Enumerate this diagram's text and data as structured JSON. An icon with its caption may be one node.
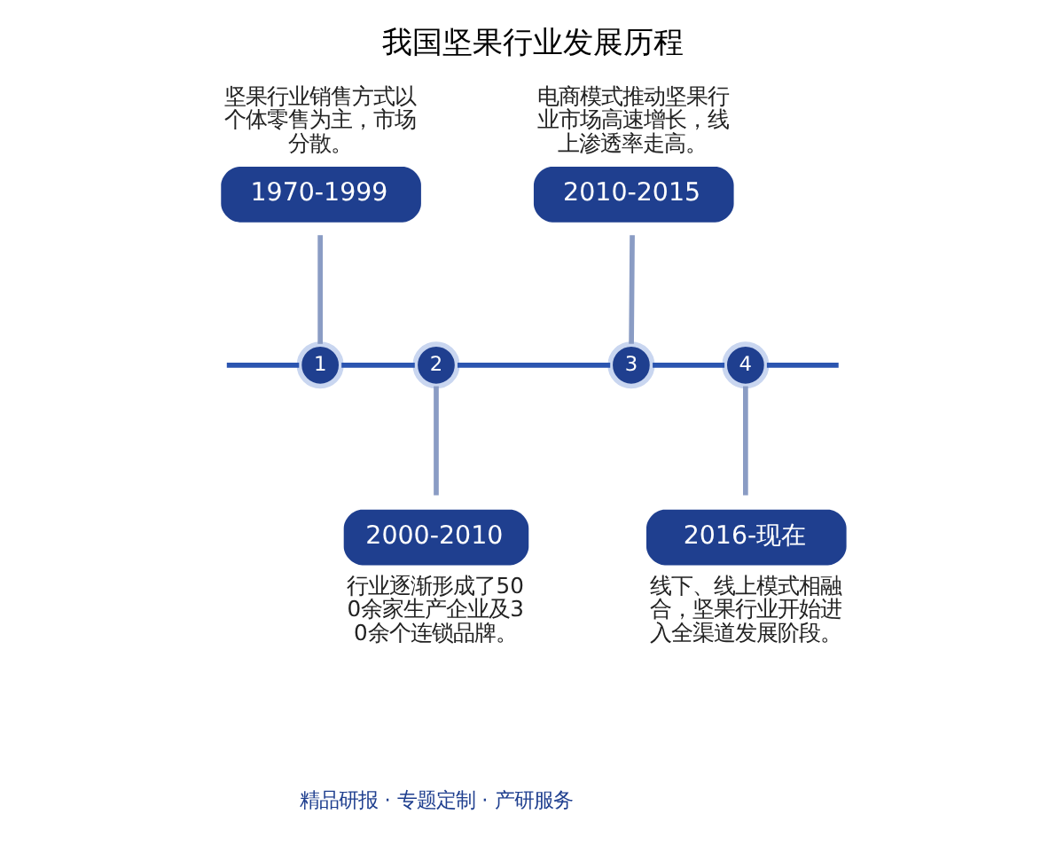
{
  "diagram": {
    "title": "我国坚果行业发展历程",
    "nodes": [
      {
        "text": [
          "1970-1999"
        ],
        "beside": [
          "坚果行业销售方式以个体零售为主，市场分散。"
        ]
      },
      {
        "text": [
          "2010-2015"
        ],
        "beside": [
          "电商模式推动坚果行业市场高速增长，线上渗透率走高。"
        ]
      },
      {
        "text": [
          "1"
        ]
      },
      {
        "text": [
          "2"
        ]
      },
      {
        "text": [
          "3"
        ]
      },
      {
        "text": [
          "4"
        ]
      },
      {
        "text": [
          "2000-2010"
        ],
        "beside": [
          "行业逐渐形成了500余家生产企业及30余个连锁品牌。"
        ]
      },
      {
        "text": [
          "2016-现在"
        ],
        "beside": [
          "线下、线上模式相融合，坚果行业开始进入全渠道发展阶段。"
        ]
      }
    ],
    "edges": [
      {
        "from": null,
        "to": 2,
        "arrow": "none"
      },
      {
        "from": 2,
        "to": 3,
        "arrow": "none"
      },
      {
        "from": 3,
        "to": 4,
        "arrow": "none"
      },
      {
        "from": 4,
        "to": 5,
        "arrow": "none"
      },
      {
        "from": 5,
        "to": null,
        "arrow": "none"
      },
      {
        "from": 0,
        "to": 2,
        "arrow": "none",
        "color": "#8a9cc4"
      },
      {
        "from": 3,
        "to": 6,
        "arrow": "none",
        "color": "#8a9cc4"
      },
      {
        "from": 1,
        "to": 4,
        "arrow": "none",
        "color": "#8a9cc4"
      },
      {
        "from": 5,
        "to": 7,
        "arrow": "none",
        "color": "#8a9cc4"
      }
    ],
    "labels": [
      "精品研报 · 专题定制 · 产研服务"
    ]
  }
}
